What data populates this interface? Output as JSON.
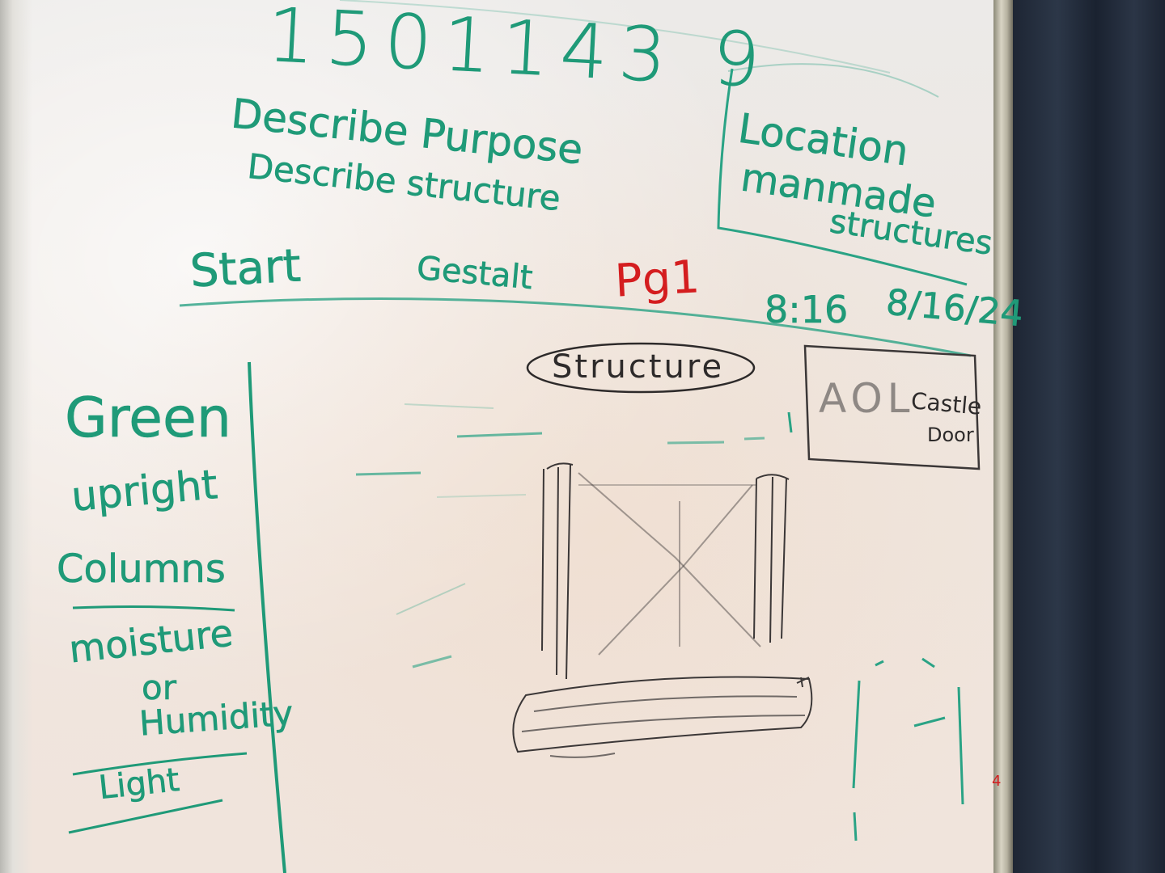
{
  "board": {
    "id_number": "1501143 9",
    "line_purpose": "Describe Purpose",
    "line_structure": "Describe structure",
    "box_location": "Location",
    "box_manmade": "manmade",
    "box_structures": "structures",
    "start": "Start",
    "gestalt": "Gestalt",
    "pg": "Pg1",
    "time": "8:16",
    "date": "8/16/24",
    "structure_label": "Structure",
    "aol": "AOL",
    "castle": "Castle",
    "door": "Door",
    "left_green": "Green",
    "left_upright": "upright",
    "left_columns": "Columns",
    "left_moisture": "moisture",
    "left_or": "or",
    "left_humidity": "Humidity",
    "left_light": "Light",
    "corner_mark": "4"
  },
  "colors": {
    "green_marker": "#1f9a78",
    "black_marker": "#2d2a2a",
    "red_marker": "#d41d1f",
    "board": "#eceae8",
    "curtain": "#2a3343"
  }
}
